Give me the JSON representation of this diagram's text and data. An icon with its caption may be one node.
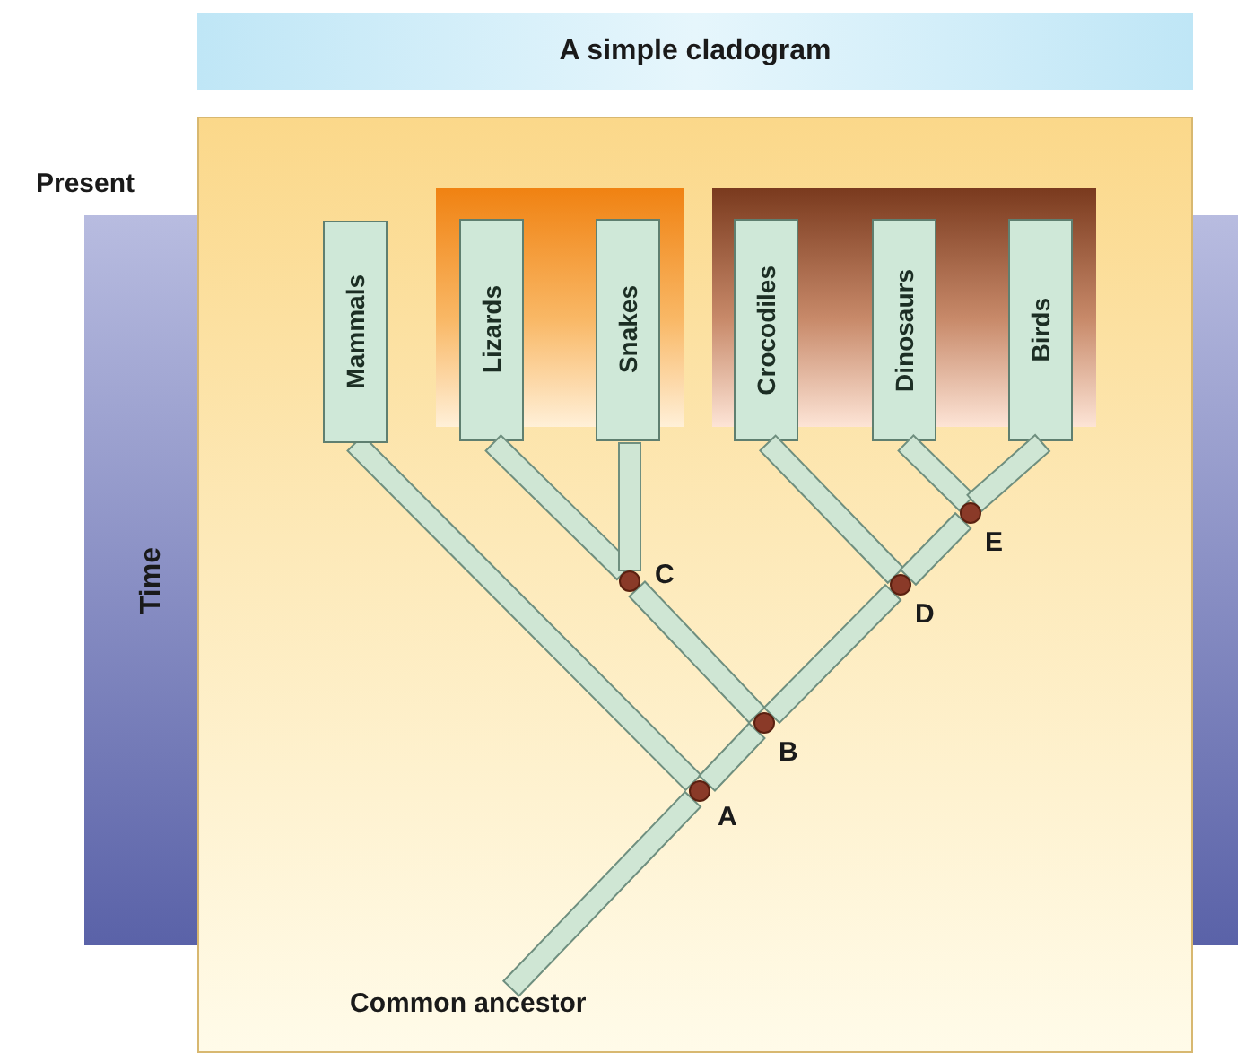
{
  "diagram": {
    "title": "A simple cladogram",
    "nodes": [
      {
        "text": [
          "Mammals"
        ]
      },
      {
        "text": [],
        "shape": "box"
      },
      {
        "text": [
          "Lizards"
        ],
        "in": 1
      },
      {
        "text": [
          "Snakes"
        ],
        "in": 1
      },
      {
        "text": [],
        "shape": "box"
      },
      {
        "text": [
          "Crocodiles"
        ],
        "in": 4
      },
      {
        "text": [
          "Dinosaurs"
        ],
        "in": 4
      },
      {
        "text": [
          "Birds"
        ],
        "in": 4
      },
      {
        "text": [],
        "shape": "circle",
        "beside": [
          "C"
        ]
      },
      {
        "text": [],
        "shape": "circle",
        "beside": [
          "E"
        ]
      },
      {
        "text": [],
        "shape": "circle",
        "beside": [
          "D"
        ]
      },
      {
        "text": [],
        "shape": "circle",
        "beside": [
          "B"
        ]
      },
      {
        "text": [],
        "shape": "circle",
        "beside": [
          "A"
        ]
      },
      {
        "text": [
          "Common ancestor"
        ]
      }
    ],
    "edges": [
      {
        "from": 13,
        "to": 12,
        "arrow": "none"
      },
      {
        "from": 12,
        "to": 0,
        "arrow": "none"
      },
      {
        "from": 12,
        "to": 11,
        "arrow": "none"
      },
      {
        "from": 11,
        "to": 8,
        "arrow": "none"
      },
      {
        "from": 8,
        "to": 2,
        "arrow": "none"
      },
      {
        "from": 8,
        "to": 3,
        "arrow": "none"
      },
      {
        "from": 11,
        "to": 10,
        "arrow": "none"
      },
      {
        "from": 10,
        "to": 5,
        "arrow": "none"
      },
      {
        "from": 10,
        "to": 9,
        "arrow": "none"
      },
      {
        "from": 9,
        "to": 6,
        "arrow": "none"
      },
      {
        "from": 9,
        "to": 7,
        "arrow": "none"
      }
    ],
    "labels": [
      "Present",
      "Time"
    ]
  }
}
